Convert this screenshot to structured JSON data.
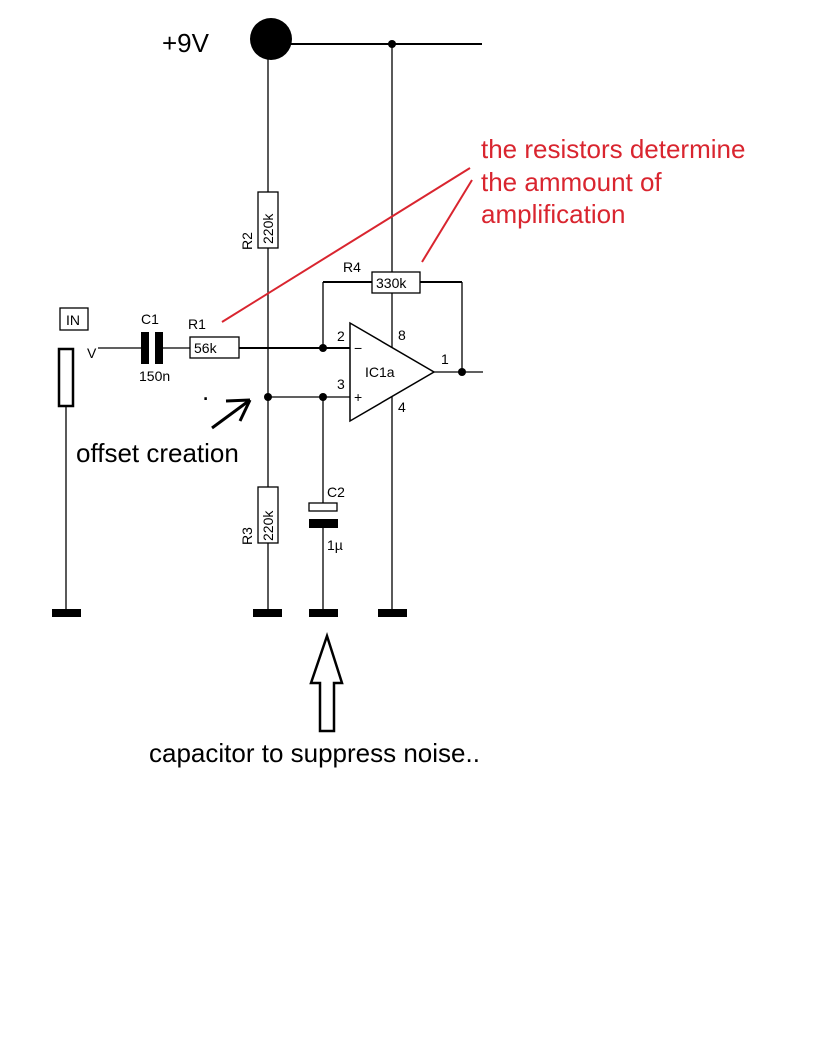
{
  "supply": {
    "label": "+9V"
  },
  "input": {
    "label": "IN",
    "node_label": "V"
  },
  "components": {
    "C1": {
      "ref": "C1",
      "value": "150n"
    },
    "R1": {
      "ref": "R1",
      "value": "56k"
    },
    "R2": {
      "ref": "R2",
      "value": "220k"
    },
    "R3": {
      "ref": "R3",
      "value": "220k"
    },
    "R4": {
      "ref": "R4",
      "value": "330k"
    },
    "C2": {
      "ref": "C2",
      "value": "1µ"
    },
    "IC1a": {
      "ref": "IC1a",
      "pin_inv": "2",
      "pin_noninv": "3",
      "pin_out": "1",
      "pin_vcc": "8",
      "pin_gnd": "4",
      "minus": "−",
      "plus": "+"
    }
  },
  "annotations": {
    "resistors_note": [
      "the resistors determine",
      "the ammount of",
      "amplification"
    ],
    "offset_note": "offset creation",
    "offset_dot": ".",
    "capacitor_note": "capacitor to suppress noise..",
    "note_color": "#d9252f"
  }
}
